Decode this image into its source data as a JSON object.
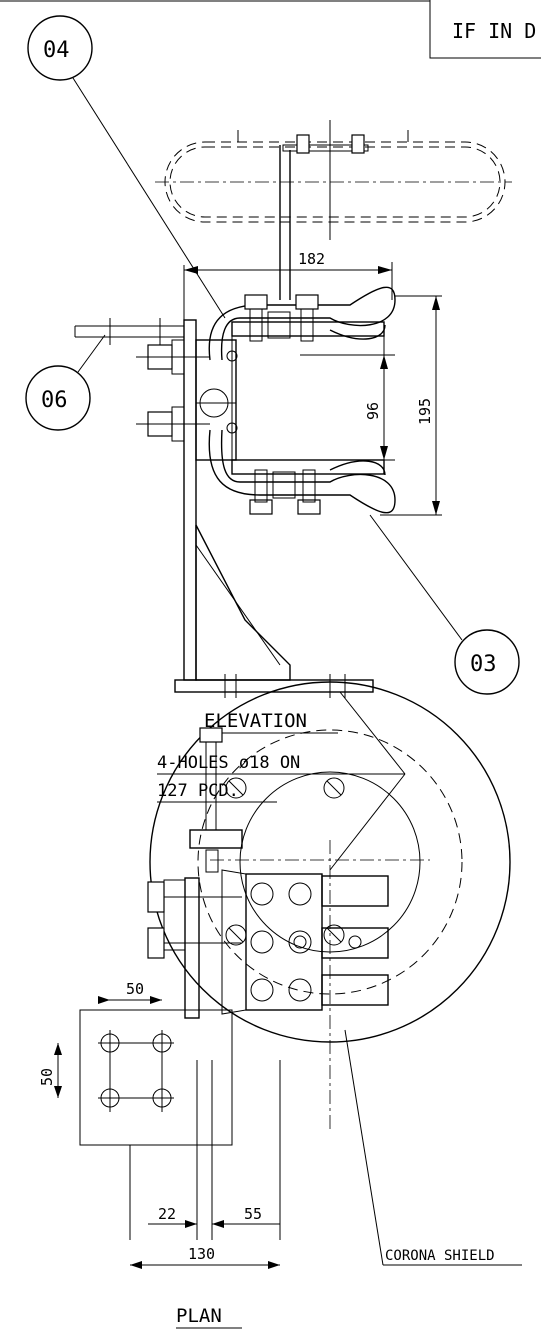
{
  "note_box": {
    "text": "IF IN D"
  },
  "balloons": {
    "b04": "04",
    "b06": "06",
    "b03": "03"
  },
  "dimensions": {
    "d182": "182",
    "d96": "96",
    "d195": "195",
    "d50_h": "50",
    "d50_v": "50",
    "d22": "22",
    "d55": "55",
    "d130": "130"
  },
  "titles": {
    "elevation": "ELEVATION",
    "plan": "PLAN"
  },
  "notes": {
    "holes_line1": "4-HOLES ø18 ON",
    "holes_line2": "127 PCD.",
    "corona": "CORONA SHIELD"
  }
}
